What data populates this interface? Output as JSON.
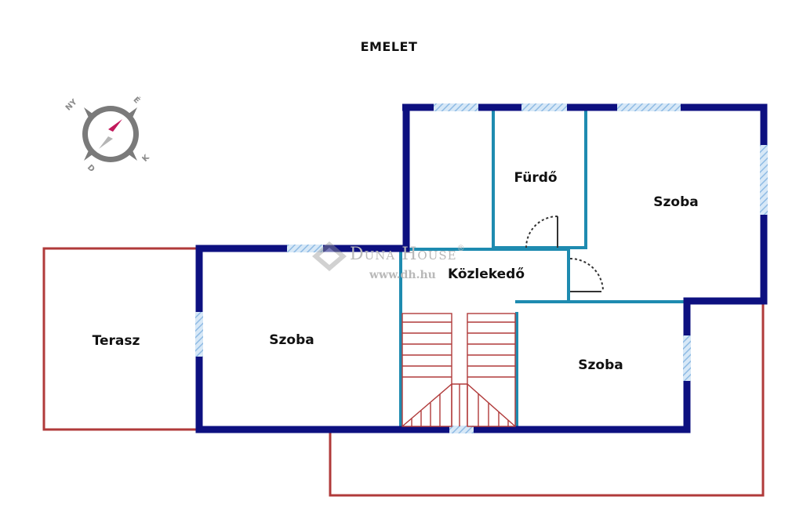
{
  "title": "EMELET",
  "compass": {
    "labels": {
      "nw": "NY",
      "ne": "É",
      "sw": "D",
      "se": "K"
    },
    "needle_color": "#c2185b"
  },
  "rooms": {
    "terrace": "Terasz",
    "room_left": "Szoba",
    "bathroom": "Fürdő",
    "room_top_right": "Szoba",
    "hallway": "Közlekedő",
    "room_bottom_right": "Szoba"
  },
  "watermark": {
    "brand": "Duna House",
    "registered": "®",
    "url": "www.dh.hu"
  },
  "colors": {
    "outer_wall": "#0d1080",
    "inner_wall": "#1e8bb0",
    "window": "#9fc4e8",
    "terrace_outline": "#b03a3a",
    "stairs": "#b03a3a"
  }
}
